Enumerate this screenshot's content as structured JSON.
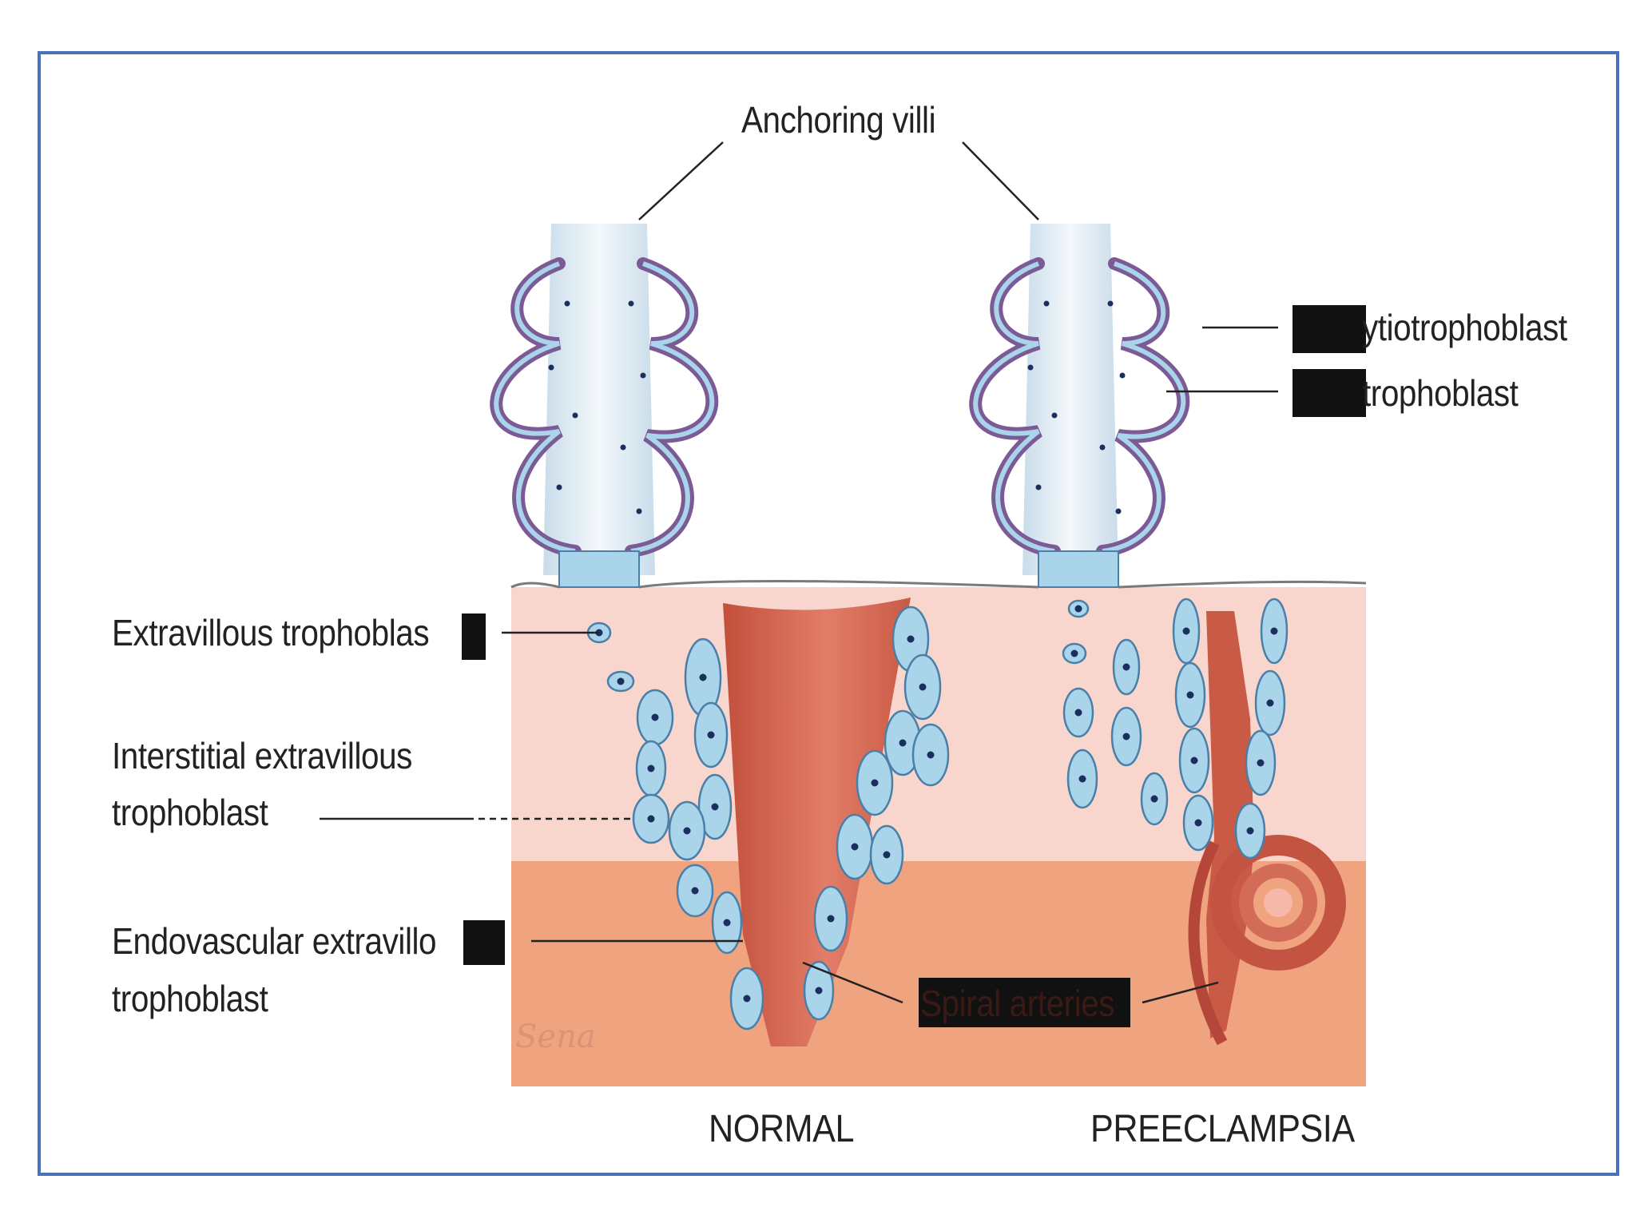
{
  "labels": {
    "anchoring_villi": "Anchoring villi",
    "syncytiotrophoblast": "ytiotrophoblast",
    "cytotrophoblast": "trophoblast",
    "extravillous": "Extravillous trophoblas",
    "interstitial_line1": "Interstitial extravillous",
    "interstitial_line2": "trophoblast",
    "endovascular_line1": "Endovascular extravillo",
    "endovascular_line2": "trophoblast",
    "spiral_arteries": "Spiral arteries"
  },
  "captions": {
    "normal": "NORMAL",
    "preeclampsia": "PREECLAMPSIA"
  },
  "signature": "Sena",
  "colors": {
    "frame": "#4a72b8",
    "decidua_upper": "#f8d6cd",
    "decidua_lower": "#f0a37f",
    "artery": "#c95a45",
    "cell_fill": "#a9d4ea",
    "cell_border": "#4a7fa8",
    "nucleus": "#1b2f5e",
    "villus_outline": "#7b5a95",
    "villus_core": "#dfeaf3",
    "mask": "#111111"
  }
}
